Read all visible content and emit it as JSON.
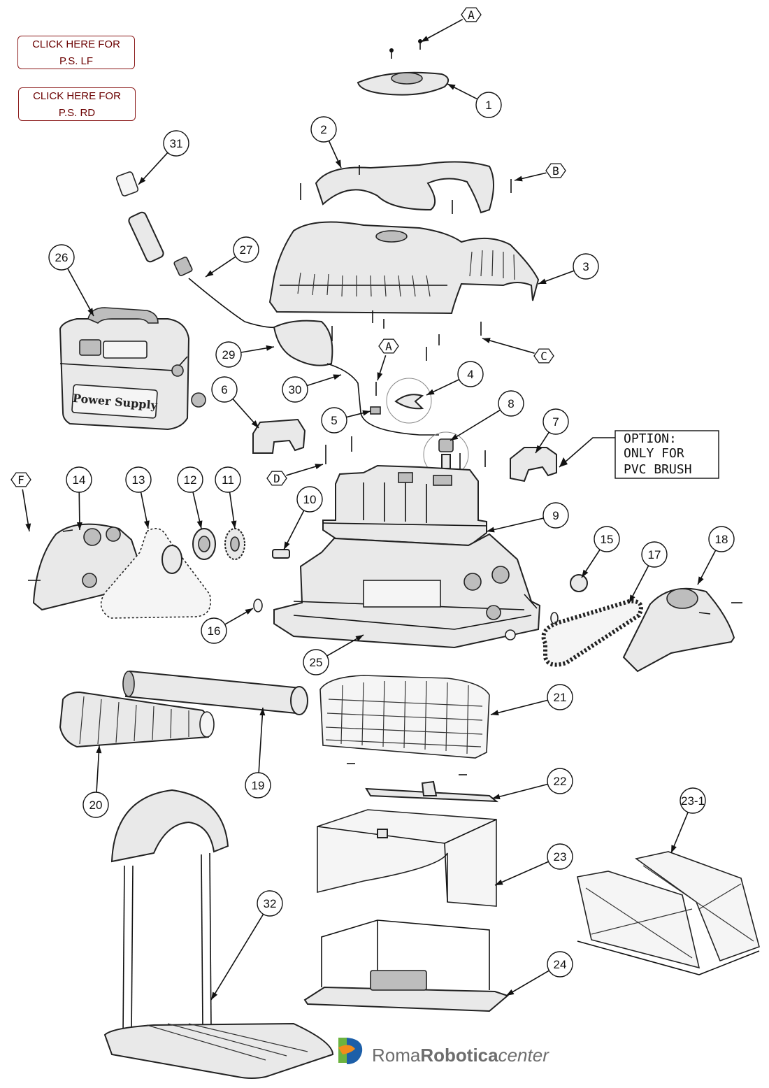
{
  "buttons": {
    "ps_lf": [
      "CLICK HERE FOR",
      "P.S. LF"
    ],
    "ps_rd": [
      "CLICK HERE FOR",
      "P.S. RD"
    ]
  },
  "callouts": {
    "c1": "1",
    "c2": "2",
    "c3": "3",
    "c4": "4",
    "c5": "5",
    "c6": "6",
    "c7": "7",
    "c8": "8",
    "c9": "9",
    "c10": "10",
    "c11": "11",
    "c12": "12",
    "c13": "13",
    "c14": "14",
    "c15": "15",
    "c16": "16",
    "c17": "17",
    "c18": "18",
    "c19": "19",
    "c20": "20",
    "c21": "21",
    "c22": "22",
    "c23": "23",
    "c23_1": "23-1",
    "c24": "24",
    "c25": "25",
    "c26": "26",
    "c27": "27",
    "c29": "29",
    "c30": "30",
    "c31": "31",
    "c32": "32",
    "hA1": "A",
    "hA2": "A",
    "hB": "B",
    "hC": "C",
    "hD": "D",
    "hF": "F"
  },
  "option_box": [
    "OPTION:",
    "ONLY FOR",
    "PVC BRUSH"
  ],
  "power_supply_label": "Power Supply",
  "logo": {
    "part1": "Roma",
    "part2": "Robotica",
    "part3": "center",
    "colors": {
      "blue": "#1d5fa8",
      "green": "#6cb33f",
      "orange": "#f28c1b"
    }
  }
}
